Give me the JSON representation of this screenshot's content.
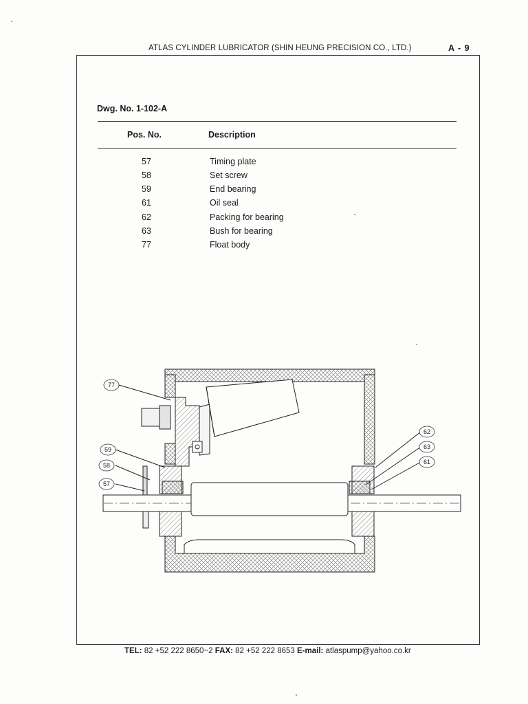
{
  "header": {
    "title": "ATLAS CYLINDER LUBRICATOR (SHIN HEUNG PRECISION CO., LTD.)",
    "page": "A - 9"
  },
  "drawing_no": "Dwg. No. 1-102-A",
  "table": {
    "col_pos": "Pos. No.",
    "col_desc": "Description",
    "rows": [
      {
        "pos": "57",
        "desc": "Timing plate"
      },
      {
        "pos": "58",
        "desc": "Set screw"
      },
      {
        "pos": "59",
        "desc": "End bearing"
      },
      {
        "pos": "61",
        "desc": "Oil seal"
      },
      {
        "pos": "62",
        "desc": "Packing for bearing"
      },
      {
        "pos": "63",
        "desc": "Bush for bearing"
      },
      {
        "pos": "77",
        "desc": "Float body"
      }
    ]
  },
  "callouts": {
    "c77": "77",
    "c59": "59",
    "c58": "58",
    "c57": "57",
    "c62": "62",
    "c63": "63",
    "c61": "61"
  },
  "footer": {
    "tel_label": "TEL:",
    "tel": "82 +52 222 8650~2",
    "fax_label": "FAX:",
    "fax": "82 +52 222 8653",
    "email_label": "E-mail:",
    "email": "atlaspump@yahoo.co.kr"
  }
}
